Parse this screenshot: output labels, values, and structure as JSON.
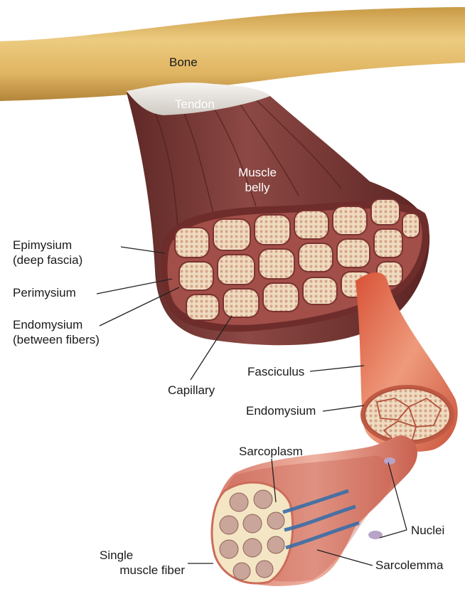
{
  "colors": {
    "bone": "#e2b968",
    "tendon": "#e8e4de",
    "muscle": "#7e3b38",
    "fasciculus": "#dc7358",
    "fiber_tissue": "#efd9b5",
    "label_text": "#1a1a1a",
    "leader_line": "#222222"
  },
  "labels": {
    "bone": "Bone",
    "tendon": "Tendon",
    "muscle_belly": [
      "Muscle",
      "belly"
    ],
    "epimysium": [
      "Epimysium",
      "(deep fascia)"
    ],
    "perimysium": "Perimysium",
    "endomysium_between": [
      "Endomysium",
      "(between fibers)"
    ],
    "capillary": "Capillary",
    "fasciculus": "Fasciculus",
    "endomysium": "Endomysium",
    "sarcoplasm": "Sarcoplasm",
    "single_fiber": [
      "Single",
      "muscle fiber"
    ],
    "nuclei": "Nuclei",
    "sarcolemma": "Sarcolemma"
  }
}
